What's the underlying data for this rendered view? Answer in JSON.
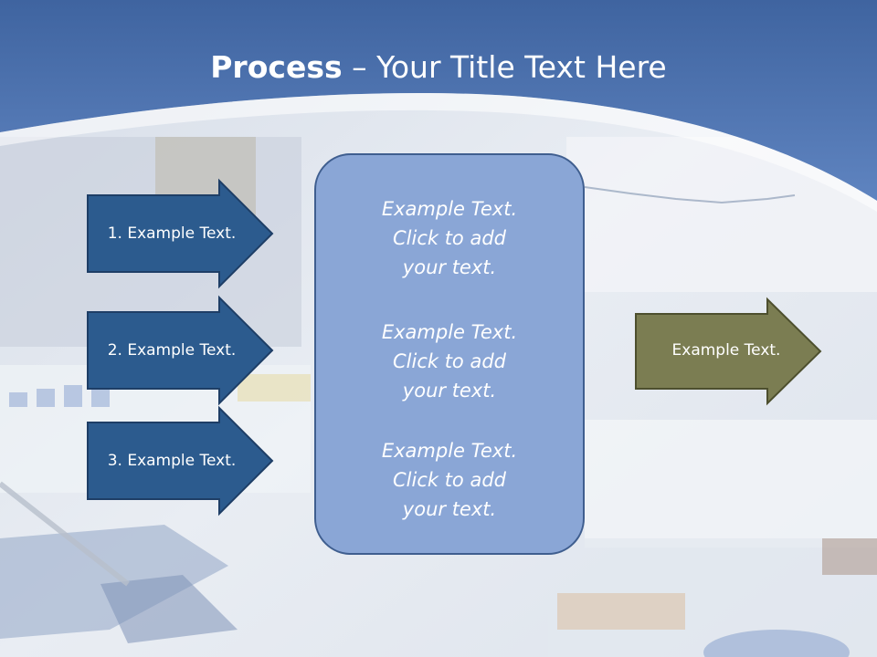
{
  "title": {
    "bold": "Process",
    "rest": " – Your Title Text Here"
  },
  "left_arrows": [
    {
      "label": "1. Example Text."
    },
    {
      "label": "2. Example Text."
    },
    {
      "label": "3. Example Text."
    }
  ],
  "center_blocks": [
    {
      "line1": "Example Text.",
      "line2": "Click  to add",
      "line3": "your text."
    },
    {
      "line1": "Example Text.",
      "line2": "Click  to add",
      "line3": "your text."
    },
    {
      "line1": "Example Text.",
      "line2": "Click  to add",
      "line3": "your text."
    }
  ],
  "right_arrow": {
    "label": "Example Text."
  },
  "colors": {
    "header_blue": "#4a6fa8",
    "left_arrow_fill": "#2c5b8e",
    "left_arrow_stroke": "#1e3e66",
    "center_box_fill": "#8aa6d6",
    "right_arrow_fill": "#7b7d52",
    "right_arrow_stroke": "#4d4f2e"
  }
}
